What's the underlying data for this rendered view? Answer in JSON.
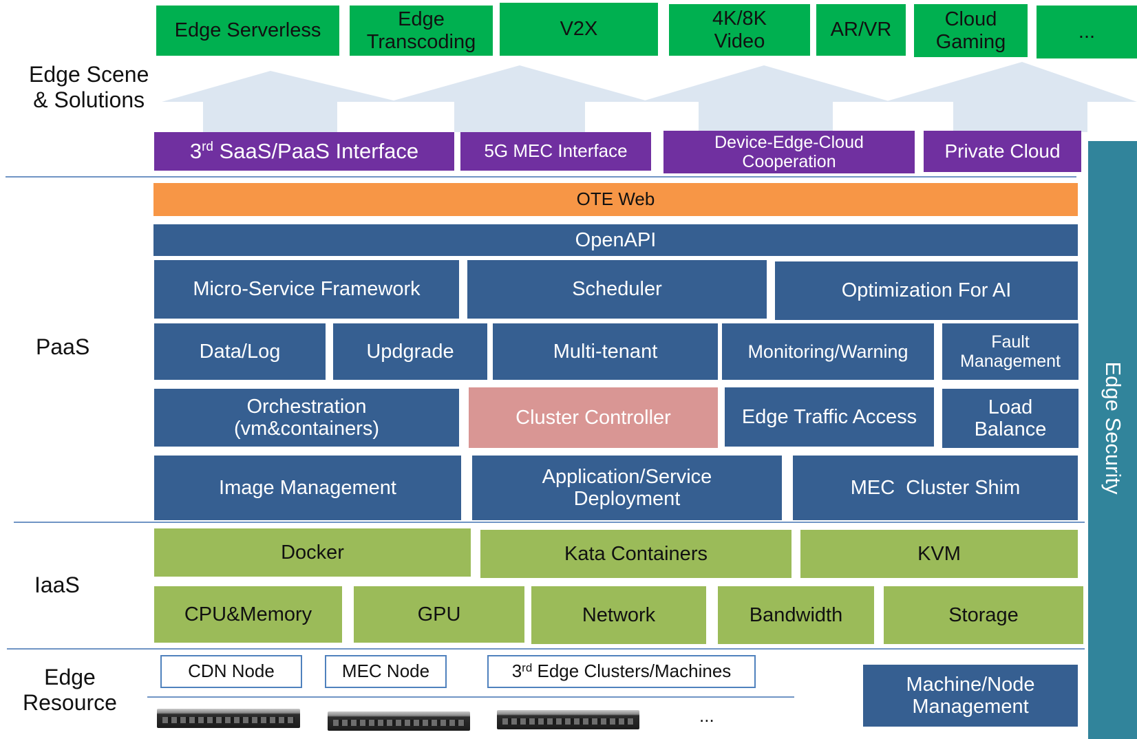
{
  "labels": {
    "scene": "Edge Scene\n& Solutions",
    "paas": "PaaS",
    "iaas": "IaaS",
    "resource": "Edge\nResource",
    "security": "Edge Security"
  },
  "scenes": [
    "Edge Serverless",
    "Edge\nTranscoding",
    "V2X",
    "4K/8K\nVideo",
    "AR/VR",
    "Cloud\nGaming",
    "..."
  ],
  "interfaces": {
    "saas": {
      "sup": "rd",
      "pre": "3",
      "text": " SaaS/PaaS Interface"
    },
    "mec": "5G MEC Interface",
    "coop": "Device-Edge-Cloud\nCooperation",
    "private": "Private Cloud"
  },
  "paas": {
    "web": "OTE Web",
    "api": "OpenAPI",
    "row1": [
      "Micro-Service Framework",
      "Scheduler",
      "Optimization For AI"
    ],
    "row2": [
      "Data/Log",
      "Updgrade",
      "Multi-tenant",
      "Monitoring/Warning",
      "Fault\nManagement"
    ],
    "row3": [
      "Orchestration\n(vm&containers)",
      "Cluster Controller",
      "Edge Traffic Access",
      "Load\nBalance"
    ],
    "row4": [
      "Image Management",
      "Application/Service\nDeployment",
      "MEC  Cluster Shim"
    ]
  },
  "iaas": {
    "row1": [
      "Docker",
      "Kata Containers",
      "KVM"
    ],
    "row2": [
      "CPU&Memory",
      "GPU",
      "Network",
      "Bandwidth",
      "Storage"
    ]
  },
  "resource": {
    "nodes": [
      "CDN Node",
      "MEC Node"
    ],
    "edge_clusters": {
      "pre": "3",
      "sup": "rd",
      "text": " Edge Clusters/Machines"
    },
    "more": "...",
    "management": "Machine/Node\nManagement"
  }
}
